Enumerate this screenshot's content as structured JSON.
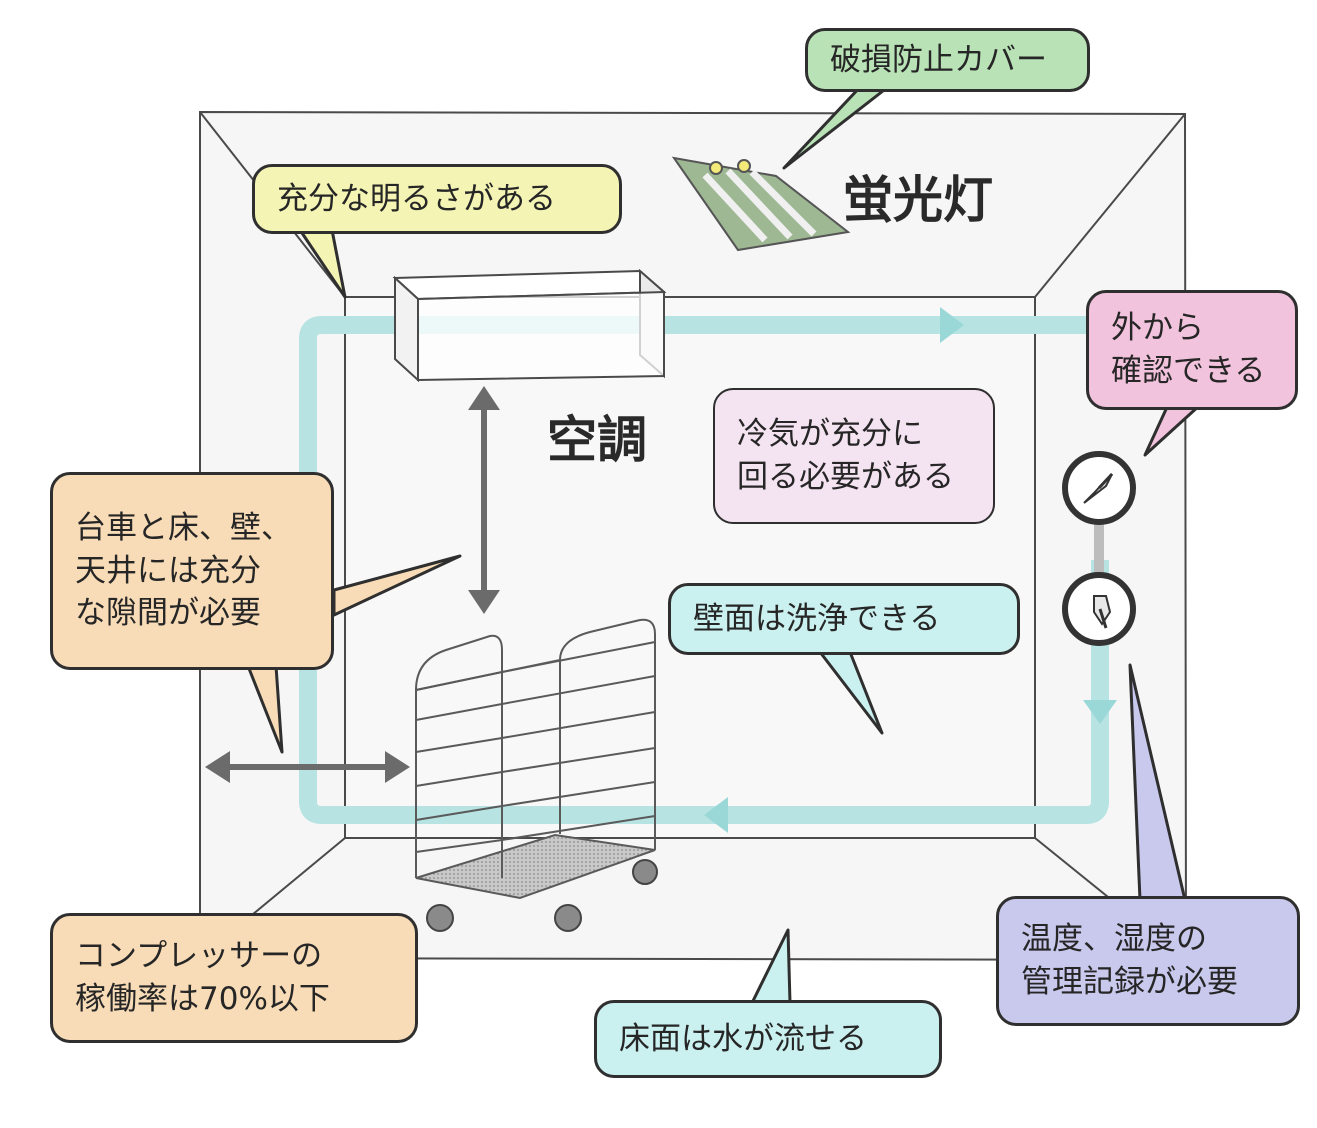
{
  "labels": {
    "breakage_cover": "破損防止カバー",
    "fluorescent_light": "蛍光灯",
    "sufficient_brightness": "充分な明るさがある",
    "air_conditioner": "空調",
    "check_from_outside": [
      "外から",
      "確認できる"
    ],
    "cold_air_circulation": [
      "冷気が充分に",
      "回る必要がある"
    ],
    "clearance_required": [
      "台車と床、壁、",
      "天井には充分",
      "な隙間が必要"
    ],
    "washable_walls": "壁面は洗浄できる",
    "compressor_rate": [
      "コンプレッサーの",
      "稼働率は70%以下"
    ],
    "washable_floor": "床面は水が流せる",
    "temp_humidity_records": [
      "温度、湿度の",
      "管理記録が必要"
    ]
  },
  "colors": {
    "green_bubble": "#b9e3b7",
    "yellow_bubble": "#f4f4b5",
    "pink_bubble": "#f2c3dc",
    "lavender_bubble": "#f4e3f1",
    "peach_bubble": "#f8dcb7",
    "cyan_bubble": "#caf0ef",
    "purple_bubble": "#c9c9ee",
    "airflow": "#b7e3e3",
    "room_line": "#4a4a4a"
  }
}
